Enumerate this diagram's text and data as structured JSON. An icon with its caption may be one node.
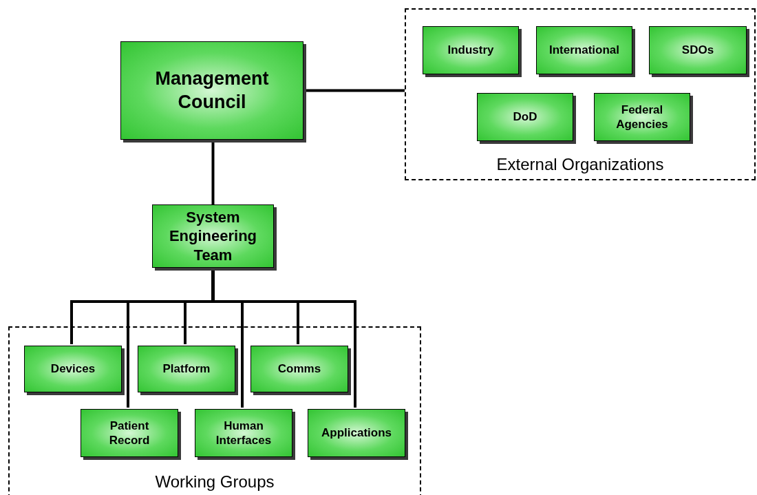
{
  "diagram": {
    "nodes": [
      {
        "text": [
          "External Organizations"
        ]
      },
      {
        "text": [
          "Industry"
        ],
        "in": 0
      },
      {
        "text": [
          "International"
        ],
        "in": 0
      },
      {
        "text": [
          "SDOs"
        ],
        "in": 0
      },
      {
        "text": [
          "DoD"
        ],
        "in": 0
      },
      {
        "text": [
          "Federal Agencies"
        ],
        "in": 0
      },
      {
        "text": [
          "Management Council"
        ]
      },
      {
        "text": [
          "System Engineering Team"
        ]
      },
      {
        "text": [
          "Working Groups"
        ]
      },
      {
        "text": [
          "Devices"
        ],
        "in": 8
      },
      {
        "text": [
          "Platform"
        ],
        "in": 8
      },
      {
        "text": [
          "Comms"
        ],
        "in": 8
      },
      {
        "text": [
          "Patient Record"
        ],
        "in": 8
      },
      {
        "text": [
          "Human Interfaces"
        ],
        "in": 8
      },
      {
        "text": [
          "Applications"
        ],
        "in": 8
      }
    ],
    "edges": [
      {
        "from": 6,
        "to": 0,
        "arrow": "none"
      },
      {
        "from": 6,
        "to": 7,
        "arrow": "none"
      },
      {
        "from": 7,
        "to": 9,
        "arrow": "none"
      },
      {
        "from": 7,
        "to": 12,
        "arrow": "none"
      },
      {
        "from": 7,
        "to": 10,
        "arrow": "none"
      },
      {
        "from": 7,
        "to": 13,
        "arrow": "none"
      },
      {
        "from": 7,
        "to": 11,
        "arrow": "none"
      },
      {
        "from": 7,
        "to": 14,
        "arrow": "none"
      }
    ]
  }
}
